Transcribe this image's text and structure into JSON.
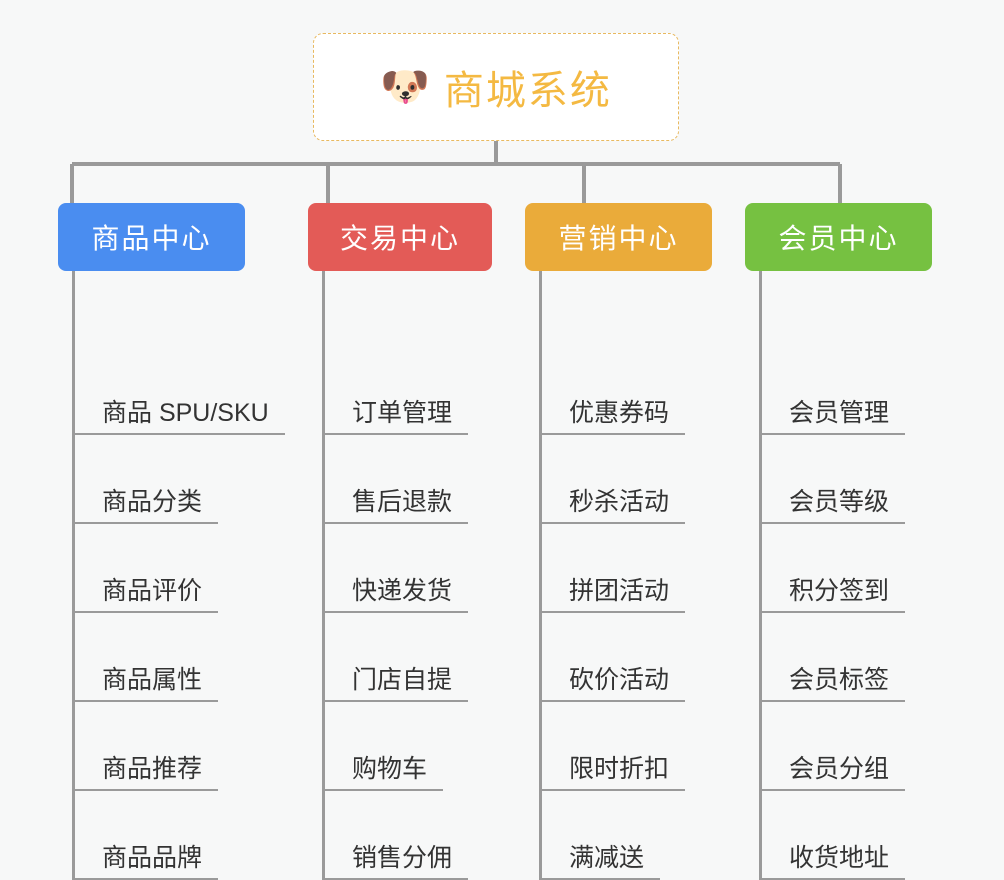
{
  "diagram": {
    "title": "商城系统",
    "background_color": "#f7f8f8",
    "root": {
      "label": "商城系统",
      "icon": "dog-face-emoji",
      "emoji": "🐶",
      "text_color": "#f4b942",
      "border_color": "#e8b960",
      "background_color": "#ffffff"
    },
    "connector_color": "#9a9a9a",
    "branches": [
      {
        "id": "product-center",
        "label": "商品中心",
        "color": "#4a8df0",
        "items": [
          {
            "label": "商品 SPU/SKU"
          },
          {
            "label": "商品分类"
          },
          {
            "label": "商品评价"
          },
          {
            "label": "商品属性"
          },
          {
            "label": "商品推荐"
          },
          {
            "label": "商品品牌"
          }
        ]
      },
      {
        "id": "trade-center",
        "label": "交易中心",
        "color": "#e35b57",
        "items": [
          {
            "label": "订单管理"
          },
          {
            "label": "售后退款"
          },
          {
            "label": "快递发货"
          },
          {
            "label": "门店自提"
          },
          {
            "label": "购物车"
          },
          {
            "label": "销售分佣"
          }
        ]
      },
      {
        "id": "marketing-center",
        "label": "营销中心",
        "color": "#eaab3a",
        "items": [
          {
            "label": "优惠券码"
          },
          {
            "label": "秒杀活动"
          },
          {
            "label": "拼团活动"
          },
          {
            "label": "砍价活动"
          },
          {
            "label": "限时折扣"
          },
          {
            "label": "满减送"
          }
        ]
      },
      {
        "id": "member-center",
        "label": "会员中心",
        "color": "#76c141",
        "items": [
          {
            "label": "会员管理"
          },
          {
            "label": "会员等级"
          },
          {
            "label": "积分签到"
          },
          {
            "label": "会员标签"
          },
          {
            "label": "会员分组"
          },
          {
            "label": "收货地址"
          }
        ]
      }
    ]
  }
}
